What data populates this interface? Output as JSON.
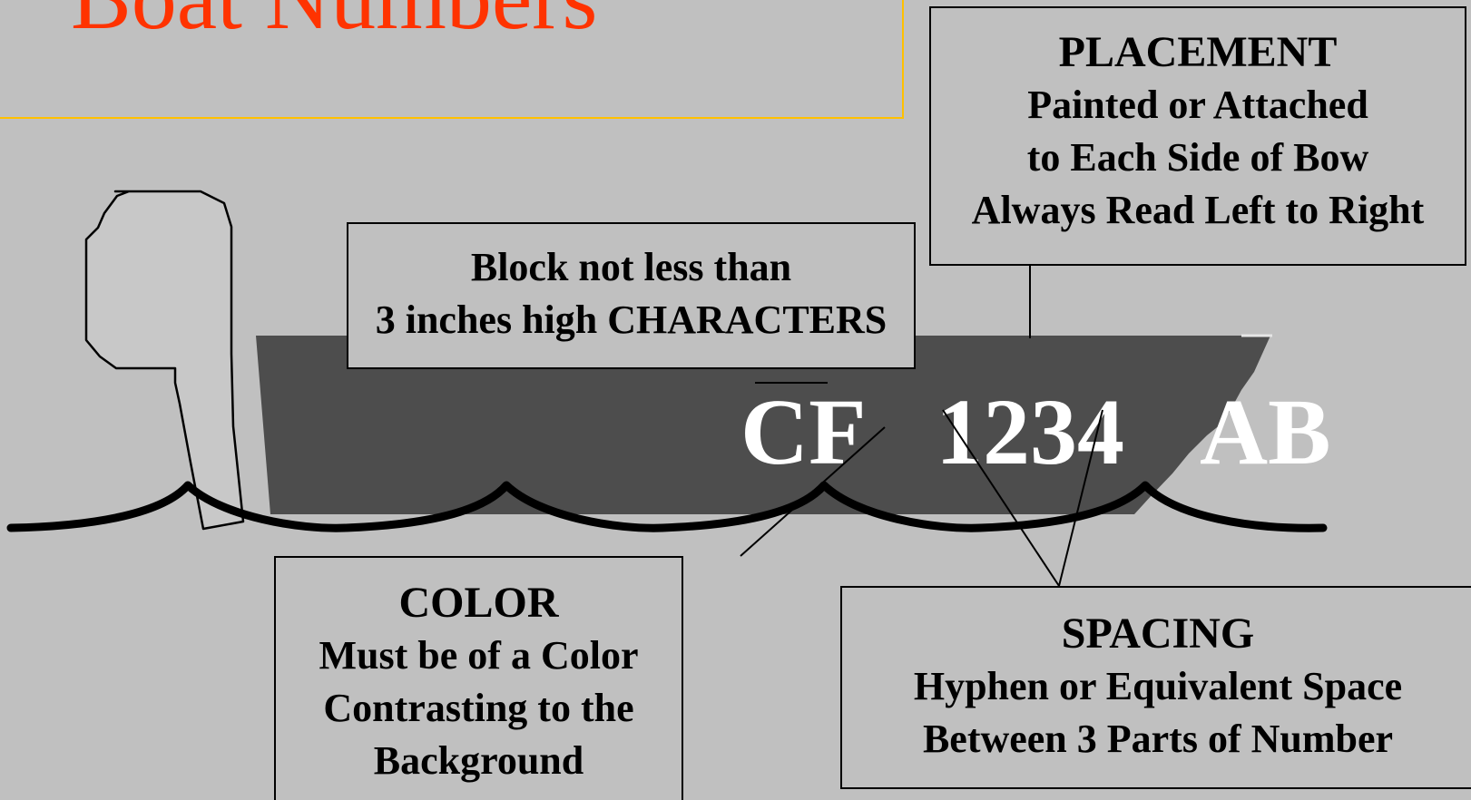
{
  "slide": {
    "title": "Boat Numbers",
    "title_color": "#ff3300",
    "frame_color": "#ffc000",
    "background_color": "#c0c0c0"
  },
  "hull": {
    "color": "#4d4d4d",
    "number_parts": [
      "CF",
      "1234",
      "AB"
    ],
    "number_color": "#ffffff"
  },
  "callouts": {
    "placement": {
      "heading": "PLACEMENT",
      "lines": [
        "Painted or Attached",
        "to Each Side of Bow",
        "Always Read Left to Right"
      ]
    },
    "size": {
      "lines": [
        "Block not less than",
        "3 inches high CHARACTERS"
      ]
    },
    "color": {
      "heading": "COLOR",
      "lines": [
        "Must be of a Color",
        "Contrasting to the",
        "Background"
      ]
    },
    "spacing": {
      "heading": "SPACING",
      "lines": [
        "Hyphen or Equivalent Space",
        "Between 3 Parts of Number"
      ]
    }
  }
}
